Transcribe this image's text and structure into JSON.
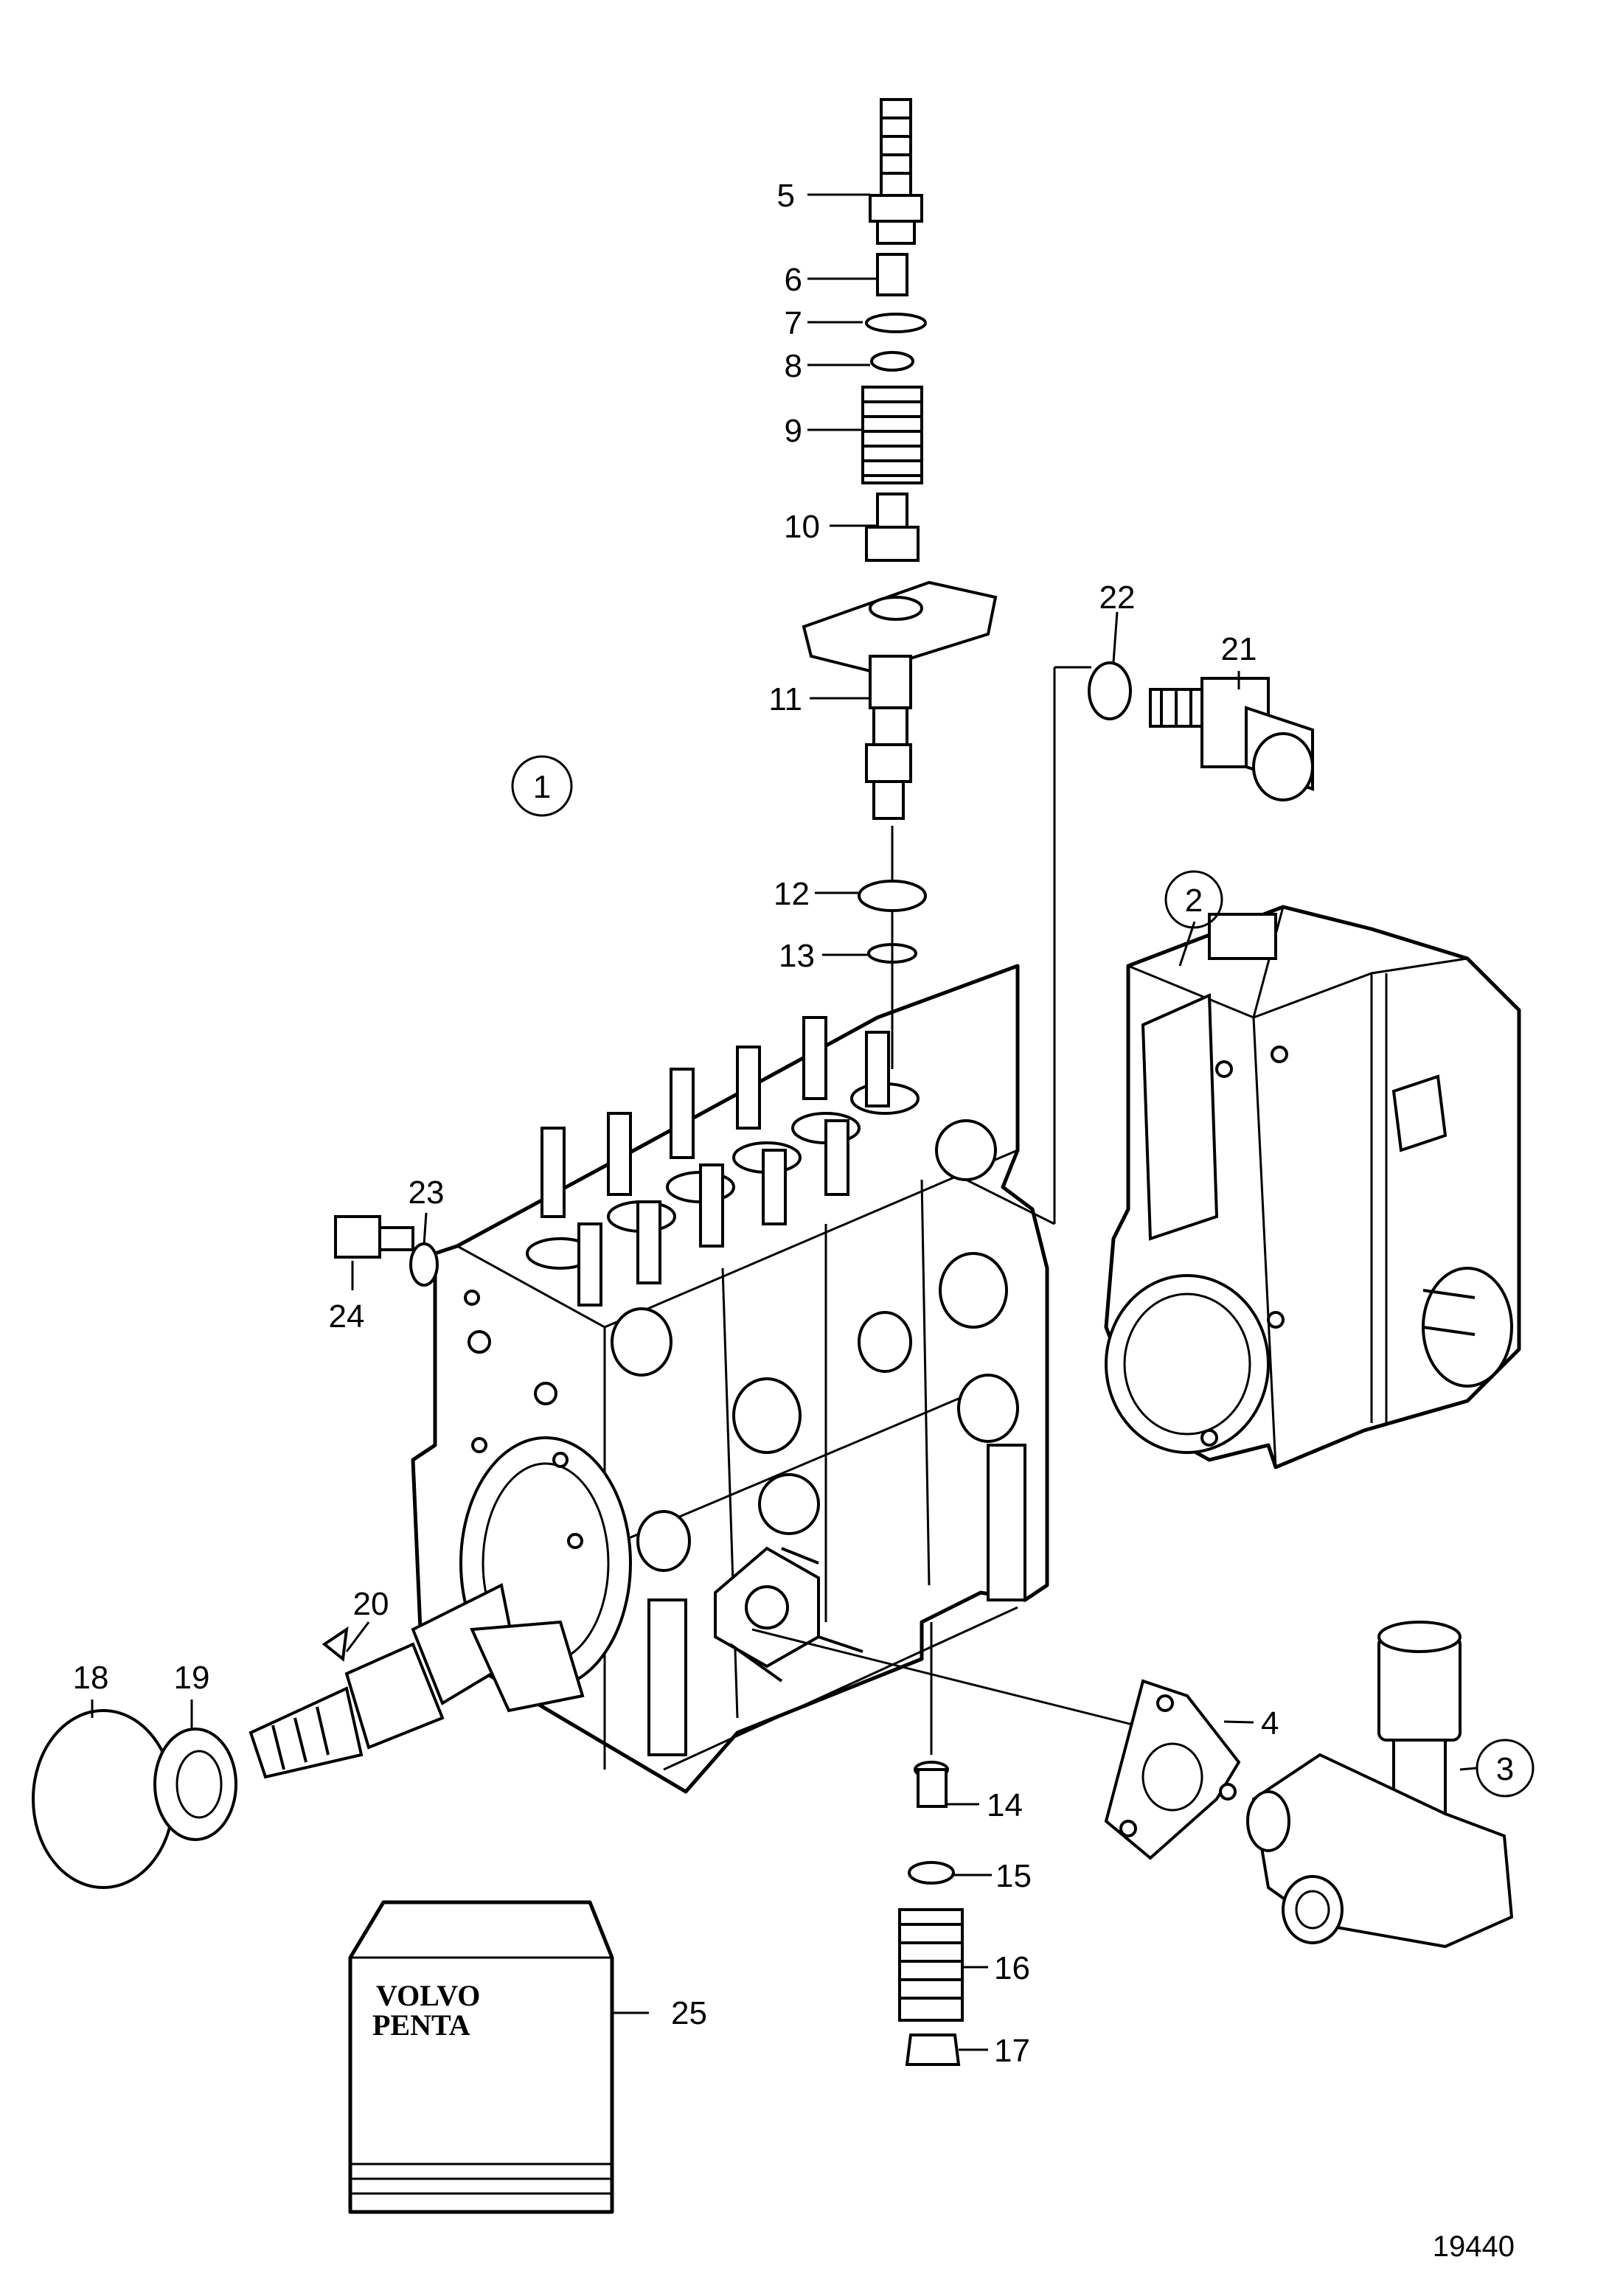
{
  "diagram": {
    "part_labels": [
      "1",
      "2",
      "3",
      "4",
      "5",
      "6",
      "7",
      "8",
      "9",
      "10",
      "11",
      "12",
      "13",
      "14",
      "15",
      "16",
      "17",
      "18",
      "19",
      "20",
      "21",
      "22",
      "23",
      "24",
      "25"
    ],
    "logo_text": [
      "VOLVO",
      "PENTA"
    ],
    "figure_number": "19440"
  }
}
